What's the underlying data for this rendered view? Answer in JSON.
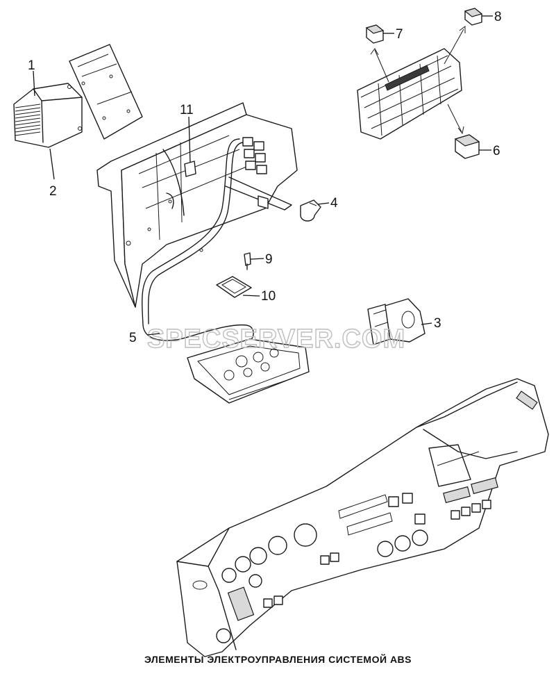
{
  "caption": "ЭЛЕМЕНТЫ ЭЛЕКТРОУПРАВЛЕНИЯ СИСТЕМОЙ ABS",
  "watermark": "SPECSERVER.COM",
  "callouts": [
    {
      "id": "1",
      "label": "1"
    },
    {
      "id": "2",
      "label": "2"
    },
    {
      "id": "3",
      "label": "3"
    },
    {
      "id": "4",
      "label": "4"
    },
    {
      "id": "5",
      "label": "5"
    },
    {
      "id": "6",
      "label": "6"
    },
    {
      "id": "7",
      "label": "7"
    },
    {
      "id": "8",
      "label": "8"
    },
    {
      "id": "9",
      "label": "9"
    },
    {
      "id": "10",
      "label": "10"
    },
    {
      "id": "11",
      "label": "11"
    }
  ]
}
